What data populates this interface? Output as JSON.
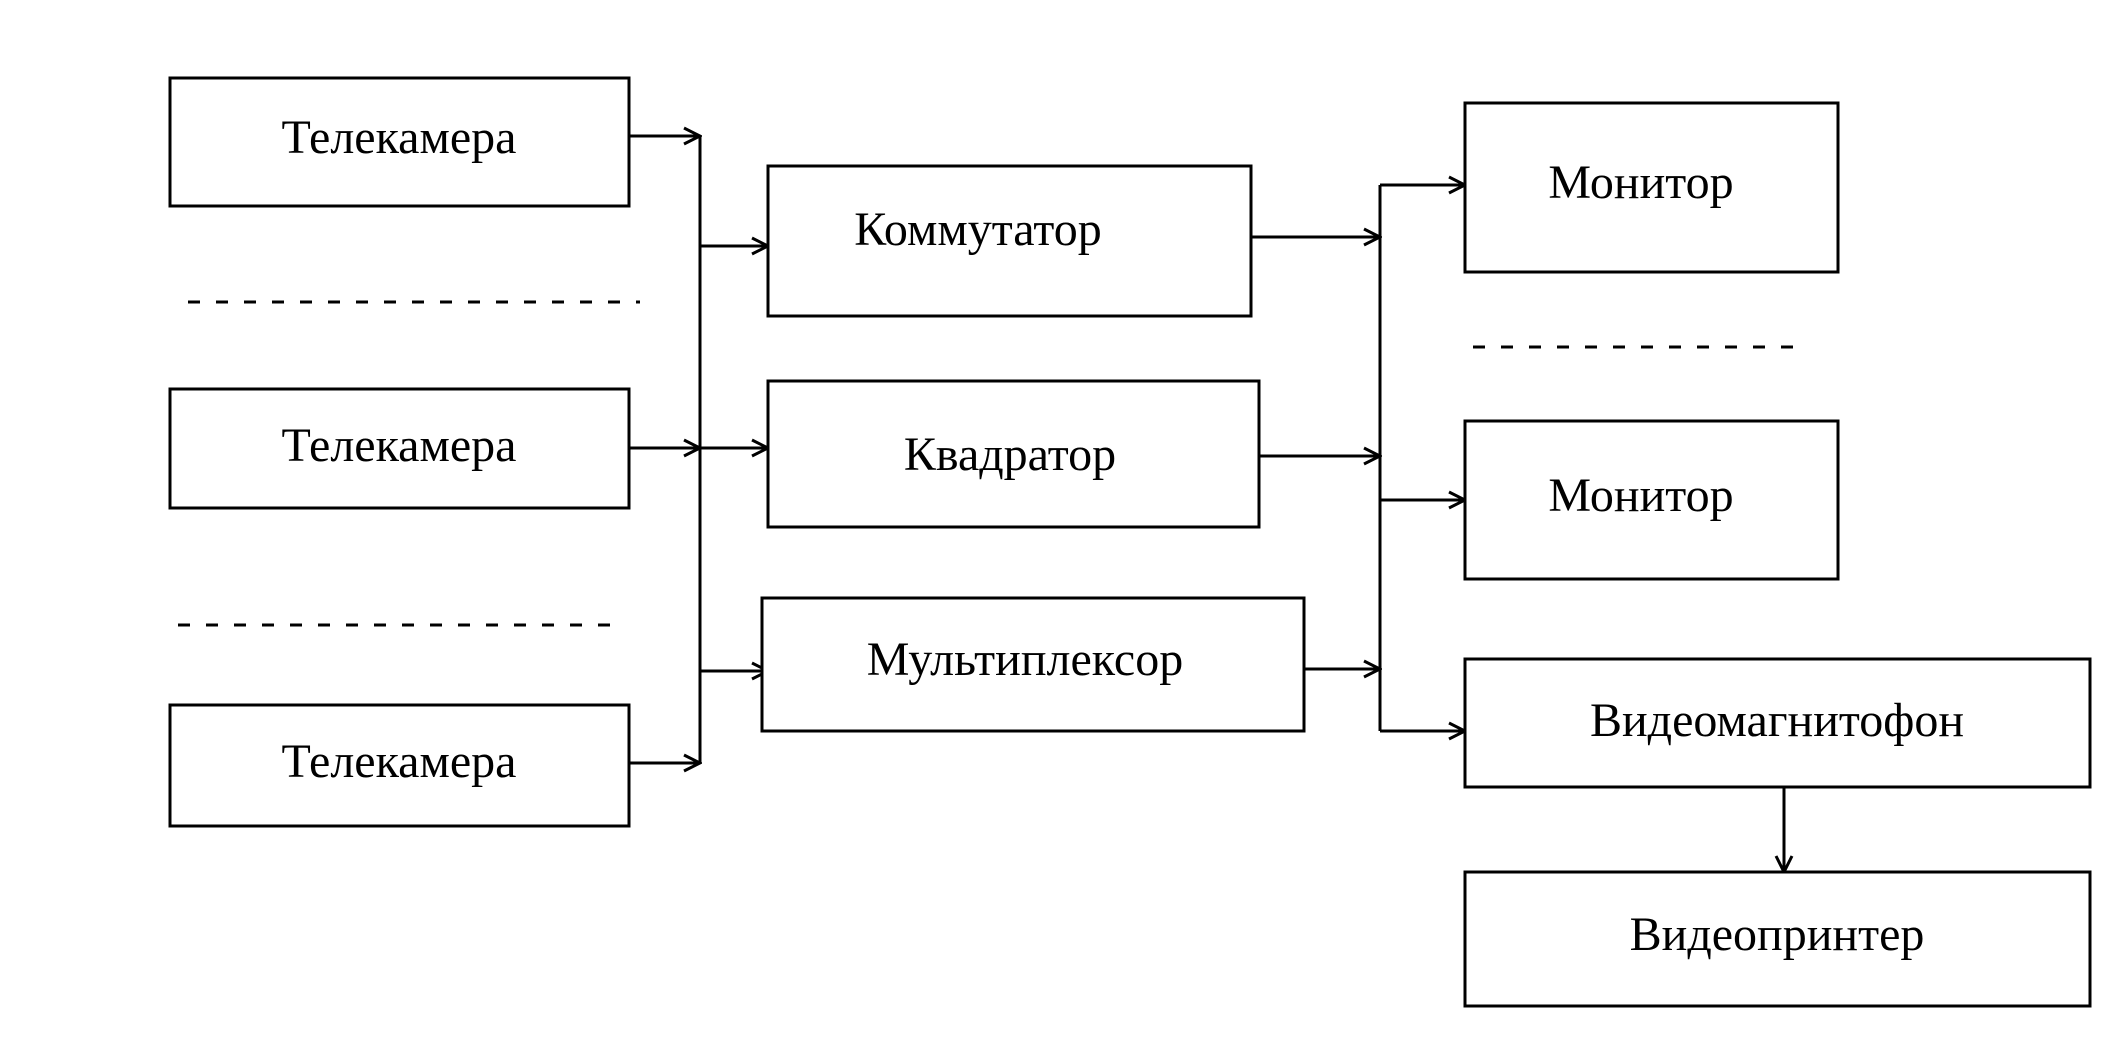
{
  "diagram": {
    "nodes": [
      {
        "id": "camera1",
        "label": "Телекамера"
      },
      {
        "id": "camera2",
        "label": "Телекамера"
      },
      {
        "id": "camera3",
        "label": "Телекамера"
      },
      {
        "id": "switcher",
        "label": "Коммутатор"
      },
      {
        "id": "quad",
        "label": "Квадратор"
      },
      {
        "id": "mux",
        "label": "Мультиплексор"
      },
      {
        "id": "monitor1",
        "label": "Монитор"
      },
      {
        "id": "monitor2",
        "label": "Монитор"
      },
      {
        "id": "vcr",
        "label": "Видеомагнитофон"
      },
      {
        "id": "printer",
        "label": "Видеопринтер"
      }
    ],
    "edges": [
      {
        "from": "camera1",
        "to": "switcher"
      },
      {
        "from": "camera1",
        "to": "quad"
      },
      {
        "from": "camera1",
        "to": "mux"
      },
      {
        "from": "camera2",
        "to": "switcher"
      },
      {
        "from": "camera2",
        "to": "quad"
      },
      {
        "from": "camera2",
        "to": "mux"
      },
      {
        "from": "camera3",
        "to": "switcher"
      },
      {
        "from": "camera3",
        "to": "quad"
      },
      {
        "from": "camera3",
        "to": "mux"
      },
      {
        "from": "switcher",
        "to": "monitor1"
      },
      {
        "from": "switcher",
        "to": "monitor2"
      },
      {
        "from": "switcher",
        "to": "vcr"
      },
      {
        "from": "quad",
        "to": "monitor1"
      },
      {
        "from": "quad",
        "to": "monitor2"
      },
      {
        "from": "quad",
        "to": "vcr"
      },
      {
        "from": "mux",
        "to": "monitor1"
      },
      {
        "from": "mux",
        "to": "monitor2"
      },
      {
        "from": "mux",
        "to": "vcr"
      },
      {
        "from": "vcr",
        "to": "printer"
      }
    ]
  }
}
